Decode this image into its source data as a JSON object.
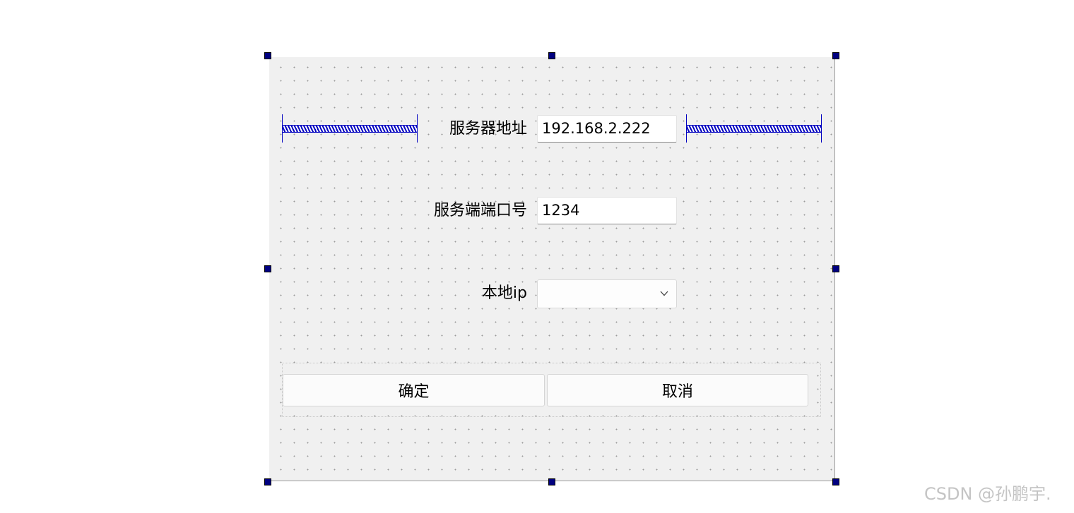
{
  "form": {
    "server_address": {
      "label": "服务器地址",
      "value": "192.168.2.222"
    },
    "server_port": {
      "label": "服务端端口号",
      "value": "1234"
    },
    "local_ip": {
      "label": "本地ip",
      "value": "",
      "icon": "chevron-down-icon"
    },
    "buttons": {
      "ok_label": "确定",
      "cancel_label": "取消"
    }
  },
  "watermark": "CSDN @孙鹏宇.",
  "colors": {
    "canvas_background": "#f0f0f0",
    "grid_dot": "#9a9a9a",
    "selection_handle": "#000080",
    "spacer": "#0000c0",
    "watermark": "#c4c4c4"
  }
}
